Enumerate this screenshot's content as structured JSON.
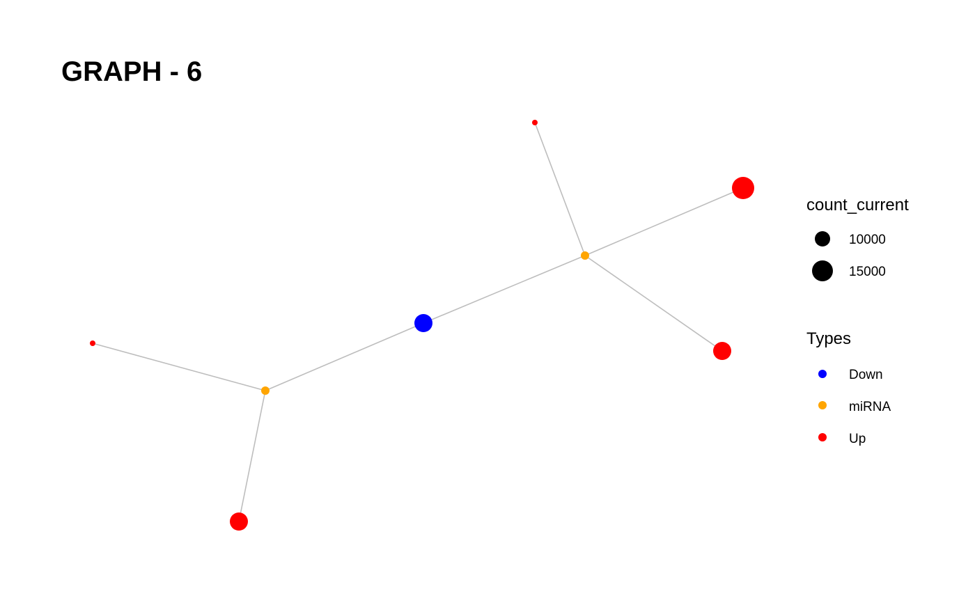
{
  "title": "GRAPH - 6",
  "graph": {
    "edge_color": "#bdbdbd",
    "nodes": [
      {
        "id": "n1",
        "type": "Up",
        "count": 9500
      },
      {
        "id": "n2",
        "type": "Up",
        "count": 15000
      },
      {
        "id": "n3",
        "type": "miRNA",
        "count": 9500
      },
      {
        "id": "n4",
        "type": "Up",
        "count": 12000
      },
      {
        "id": "n5",
        "type": "Down",
        "count": 12000
      },
      {
        "id": "n6",
        "type": "Up",
        "count": 9500
      },
      {
        "id": "n7",
        "type": "miRNA",
        "count": 9500
      },
      {
        "id": "n8",
        "type": "Up",
        "count": 12000
      }
    ],
    "edges": [
      [
        "n1",
        "n3"
      ],
      [
        "n3",
        "n2"
      ],
      [
        "n3",
        "n4"
      ],
      [
        "n3",
        "n5"
      ],
      [
        "n5",
        "n7"
      ],
      [
        "n6",
        "n7"
      ],
      [
        "n7",
        "n8"
      ]
    ]
  },
  "legend": {
    "size_title": "count_current",
    "size_items": [
      {
        "label": "10000",
        "value": 10000
      },
      {
        "label": "15000",
        "value": 15000
      }
    ],
    "type_title": "Types",
    "type_items": [
      {
        "label": "Down",
        "color": "#0000ff"
      },
      {
        "label": "miRNA",
        "color": "#ffa500"
      },
      {
        "label": "Up",
        "color": "#ff0000"
      }
    ]
  }
}
